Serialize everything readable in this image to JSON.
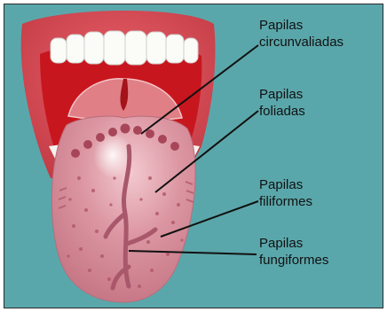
{
  "colors": {
    "background": "#5aa7ab",
    "lips": "#d6474d",
    "mouth": "#c8161e",
    "tongue": "#d98b98",
    "papillae": "#a84659"
  },
  "labels": [
    {
      "line1": "Papilas",
      "line2": "circunvaliadas"
    },
    {
      "line1": "Papilas",
      "line2": "foliadas"
    },
    {
      "line1": "Papilas",
      "line2": "filiformes"
    },
    {
      "line1": "Papilas",
      "line2": "fungiformes"
    }
  ]
}
